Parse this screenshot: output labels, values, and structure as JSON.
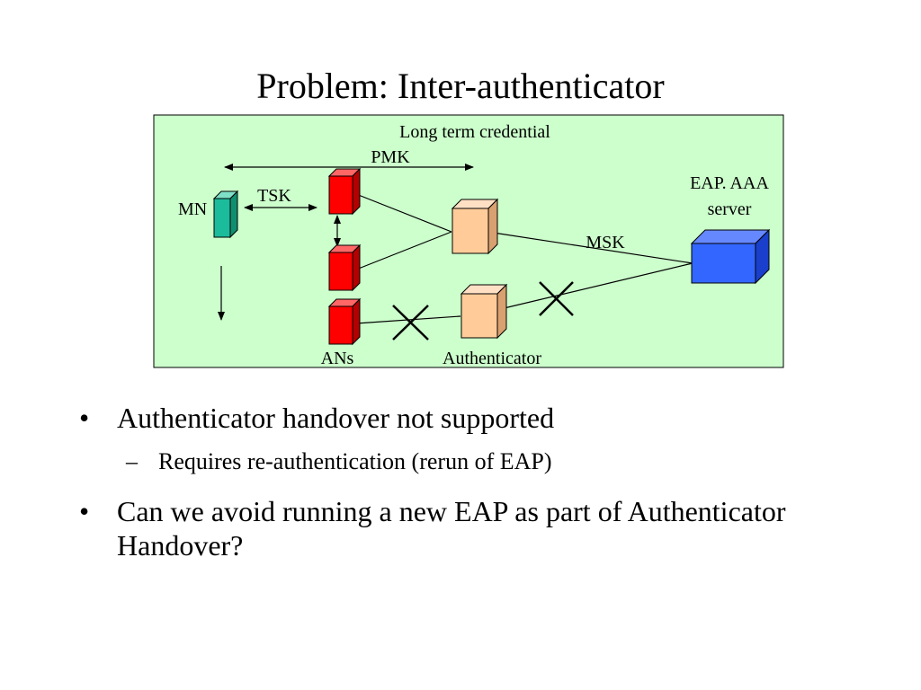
{
  "slide": {
    "title": "Problem: Inter-authenticator"
  },
  "diagram": {
    "background_color": "#ccffcc",
    "labels": {
      "long_term_credential": "Long term credential",
      "pmk": "PMK",
      "eap_aaa": "EAP. AAA",
      "server": "server",
      "mn": "MN",
      "tsk": "TSK",
      "msk": "MSK",
      "ans": "ANs",
      "authenticator": "Authenticator"
    },
    "colors": {
      "mn": "#1abc9c",
      "an": "#ff0000",
      "authenticator": "#ffcc99",
      "server": "#3366ff"
    }
  },
  "bullets": [
    {
      "marker": "•",
      "text": "Authenticator handover not supported",
      "sub": [
        {
          "marker": "–",
          "text": "Requires re-authentication (rerun of EAP)"
        }
      ]
    },
    {
      "marker": "•",
      "text": "Can we avoid running a new EAP as part of Authenticator Handover?",
      "sub": []
    }
  ]
}
